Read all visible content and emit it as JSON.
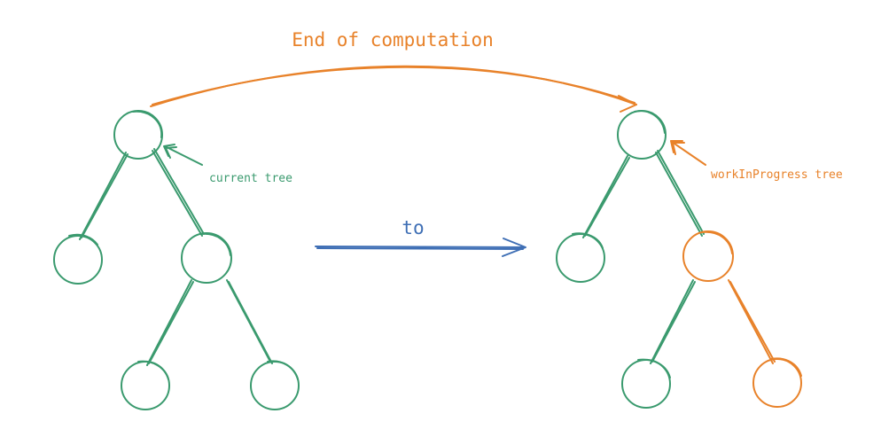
{
  "labels": {
    "end_of_computation": "End of computation",
    "current_tree": "current tree",
    "to": "to",
    "work_in_progress_tree": "workInProgress tree"
  },
  "colors": {
    "green": "#3a9a6e",
    "orange": "#e8822a",
    "blue": "#3f6fb5",
    "background": "#ffffff"
  }
}
